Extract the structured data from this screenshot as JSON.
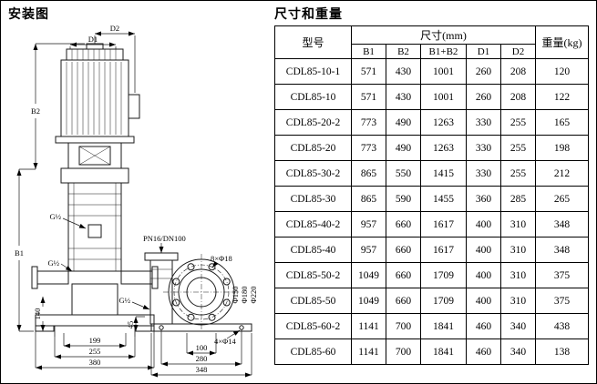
{
  "page": {
    "diagram_title": "安装图",
    "table_title": "尺寸和重量"
  },
  "diagram": {
    "labels": {
      "d2": "D2",
      "d1": "D1",
      "b2": "B2",
      "b1": "B1",
      "g_half_top": "G½",
      "g_half_mid": "G½",
      "g_half_right": "G½",
      "flange_spec": "PN16/DN100",
      "bolt_circle_holes": "8×Φ18",
      "dia_150": "Φ150",
      "dia_180": "Φ180",
      "dia_220": "Φ220",
      "base_holes": "4×Φ14",
      "dim_140": "140",
      "dim_199": "199",
      "dim_255": "255",
      "dim_380": "380",
      "dim_45": "45",
      "dim_100": "100",
      "dim_280": "280",
      "dim_348": "348"
    }
  },
  "table": {
    "header": {
      "model": "型号",
      "size_group": "尺寸(mm)",
      "size_cols": [
        "B1",
        "B2",
        "B1+B2",
        "D1",
        "D2"
      ],
      "weight": "重量(kg)"
    },
    "rows": [
      {
        "model": "CDL85-10-1",
        "values": [
          "571",
          "430",
          "1001",
          "260",
          "208",
          "120"
        ]
      },
      {
        "model": "CDL85-10",
        "values": [
          "571",
          "430",
          "1001",
          "260",
          "208",
          "122"
        ]
      },
      {
        "model": "CDL85-20-2",
        "values": [
          "773",
          "490",
          "1263",
          "330",
          "255",
          "165"
        ]
      },
      {
        "model": "CDL85-20",
        "values": [
          "773",
          "490",
          "1263",
          "330",
          "255",
          "198"
        ]
      },
      {
        "model": "CDL85-30-2",
        "values": [
          "865",
          "550",
          "1415",
          "330",
          "255",
          "212"
        ]
      },
      {
        "model": "CDL85-30",
        "values": [
          "865",
          "590",
          "1455",
          "360",
          "285",
          "265"
        ]
      },
      {
        "model": "CDL85-40-2",
        "values": [
          "957",
          "660",
          "1617",
          "400",
          "310",
          "348"
        ]
      },
      {
        "model": "CDL85-40",
        "values": [
          "957",
          "660",
          "1617",
          "400",
          "310",
          "348"
        ]
      },
      {
        "model": "CDL85-50-2",
        "values": [
          "1049",
          "660",
          "1709",
          "400",
          "310",
          "375"
        ]
      },
      {
        "model": "CDL85-50",
        "values": [
          "1049",
          "660",
          "1709",
          "400",
          "310",
          "375"
        ]
      },
      {
        "model": "CDL85-60-2",
        "values": [
          "1141",
          "700",
          "1841",
          "460",
          "340",
          "438"
        ]
      },
      {
        "model": "CDL85-60",
        "values": [
          "1141",
          "700",
          "1841",
          "460",
          "340",
          "138"
        ]
      }
    ]
  }
}
